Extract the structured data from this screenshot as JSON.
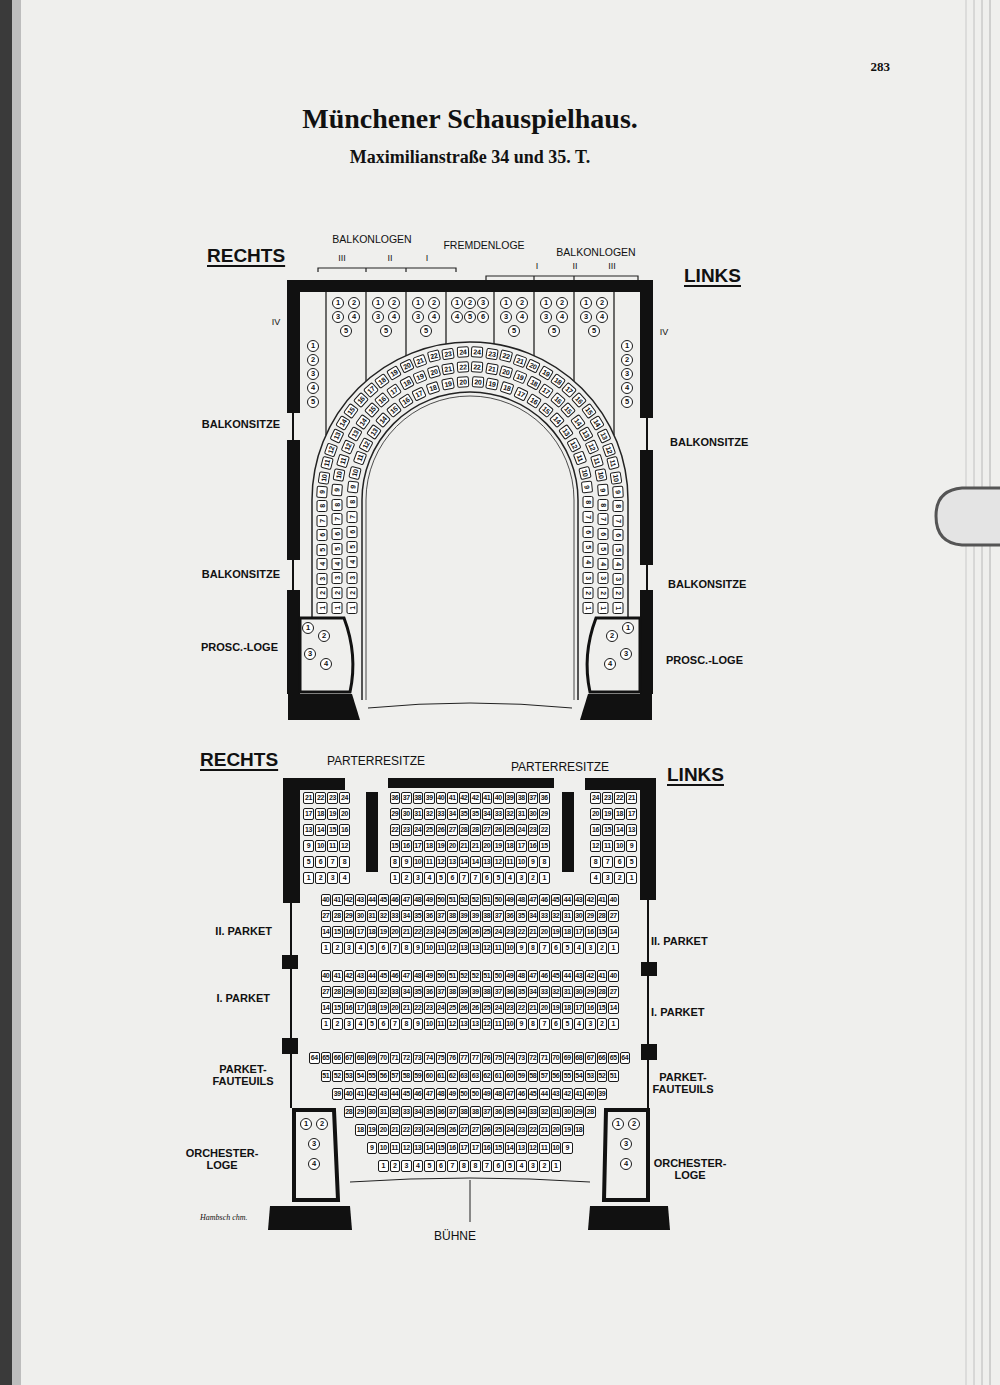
{
  "diagram": {
    "title": "Münchener Schauspielhaus.",
    "labels": [
      "283",
      "Maximilianstraße 34 und 35. T.",
      "RECHTS",
      "BALKONLOGEN",
      "III",
      "II",
      "I",
      "FREMDENLOGE",
      "BALKONLOGEN",
      "I",
      "II",
      "III",
      "LINKS",
      "IV",
      "IV",
      "BALKONSITZE",
      "BALKONSITZE",
      "BALKONSITZE",
      "BALKONSITZE",
      "PROSC.-LOGE",
      "PROSC.-LOGE",
      "RECHTS",
      "PARTERRESITZE",
      "PARTERRESITZE",
      "LINKS",
      "II. PARKET",
      "II. PARKET",
      "I. PARKET",
      "I. PARKET",
      "PARKET- FAUTEUILS",
      "PARKET- FAUTEUILS",
      "ORCHESTER- LOGE",
      "ORCHESTER- LOGE",
      "BÜHNE",
      "Hambsch chm.",
      "1",
      "2",
      "3",
      "4",
      "5",
      "6",
      "7",
      "8",
      "9",
      "10",
      "11",
      "12",
      "13",
      "14",
      "15",
      "16",
      "17",
      "18",
      "19",
      "20",
      "1",
      "2",
      "3",
      "4",
      "5",
      "6",
      "7",
      "8",
      "9",
      "10",
      "11",
      "12",
      "13",
      "14",
      "15",
      "16",
      "17",
      "18",
      "19",
      "20",
      "1",
      "2",
      "3",
      "4",
      "5",
      "6",
      "7",
      "8",
      "9",
      "10",
      "11",
      "12",
      "13",
      "14",
      "15",
      "16",
      "17",
      "18",
      "19",
      "20",
      "21",
      "22",
      "1",
      "2",
      "3",
      "4",
      "5",
      "6",
      "7",
      "8",
      "9",
      "10",
      "11",
      "12",
      "13",
      "14",
      "15",
      "16",
      "17",
      "18",
      "19",
      "20",
      "21",
      "22",
      "1",
      "2",
      "3",
      "4",
      "5",
      "6",
      "7",
      "8",
      "9",
      "10",
      "11",
      "12",
      "13",
      "14",
      "15",
      "16",
      "17",
      "18",
      "19",
      "20",
      "21",
      "22",
      "23",
      "24",
      "1",
      "2",
      "3",
      "4",
      "5",
      "6",
      "7",
      "8",
      "9",
      "10",
      "11",
      "12",
      "13",
      "14",
      "15",
      "16",
      "17",
      "18",
      "19",
      "20",
      "21",
      "22",
      "23",
      "24",
      "1",
      "2",
      "3",
      "4",
      "5",
      "1",
      "2",
      "3",
      "4",
      "5",
      "1",
      "2",
      "3",
      "4",
      "5",
      "1",
      "2",
      "3",
      "4",
      "5",
      "1",
      "2",
      "3",
      "4",
      "5",
      "6",
      "1",
      "2",
      "3",
      "4",
      "5",
      "1",
      "2",
      "3",
      "4",
      "5",
      "1",
      "2",
      "3",
      "4",
      "5",
      "1",
      "2",
      "3",
      "4",
      "5",
      "1",
      "2",
      "3",
      "4",
      "1",
      "2",
      "3",
      "4",
      "36",
      "37",
      "38",
      "39",
      "40",
      "41",
      "42",
      "42",
      "41",
      "40",
      "39",
      "38",
      "37",
      "36",
      "29",
      "30",
      "31",
      "32",
      "33",
      "34",
      "35",
      "35",
      "34",
      "33",
      "32",
      "31",
      "30",
      "29",
      "22",
      "23",
      "24",
      "25",
      "26",
      "27",
      "28",
      "28",
      "27",
      "26",
      "25",
      "24",
      "23",
      "22",
      "15",
      "16",
      "17",
      "18",
      "19",
      "20",
      "21",
      "21",
      "20",
      "19",
      "18",
      "17",
      "16",
      "15",
      "8",
      "9",
      "10",
      "11",
      "12",
      "13",
      "14",
      "14",
      "13",
      "12",
      "11",
      "10",
      "9",
      "8",
      "1",
      "2",
      "3",
      "4",
      "5",
      "6",
      "7",
      "7",
      "6",
      "5",
      "4",
      "3",
      "2",
      "1",
      "21",
      "22",
      "23",
      "24",
      "17",
      "18",
      "19",
      "20",
      "13",
      "14",
      "15",
      "16",
      "9",
      "10",
      "11",
      "12",
      "5",
      "6",
      "7",
      "8",
      "1",
      "2",
      "3",
      "4",
      "24",
      "23",
      "22",
      "21",
      "20",
      "19",
      "18",
      "17",
      "16",
      "15",
      "14",
      "13",
      "12",
      "11",
      "10",
      "9",
      "8",
      "7",
      "6",
      "5",
      "4",
      "3",
      "2",
      "1",
      "40",
      "41",
      "42",
      "43",
      "44",
      "45",
      "46",
      "47",
      "48",
      "49",
      "50",
      "51",
      "52",
      "52",
      "51",
      "50",
      "49",
      "48",
      "47",
      "46",
      "45",
      "44",
      "43",
      "42",
      "41",
      "40",
      "27",
      "28",
      "29",
      "30",
      "31",
      "32",
      "33",
      "34",
      "35",
      "36",
      "37",
      "38",
      "39",
      "39",
      "38",
      "37",
      "36",
      "35",
      "34",
      "33",
      "32",
      "31",
      "30",
      "29",
      "28",
      "27",
      "14",
      "15",
      "16",
      "17",
      "18",
      "19",
      "20",
      "21",
      "22",
      "23",
      "24",
      "25",
      "26",
      "26",
      "25",
      "24",
      "23",
      "22",
      "21",
      "20",
      "19",
      "18",
      "17",
      "16",
      "15",
      "14",
      "1",
      "2",
      "3",
      "4",
      "5",
      "6",
      "7",
      "8",
      "9",
      "10",
      "11",
      "12",
      "13",
      "13",
      "12",
      "11",
      "10",
      "9",
      "8",
      "7",
      "6",
      "5",
      "4",
      "3",
      "2",
      "1",
      "40",
      "41",
      "42",
      "43",
      "44",
      "45",
      "46",
      "47",
      "48",
      "49",
      "50",
      "51",
      "52",
      "52",
      "51",
      "50",
      "49",
      "48",
      "47",
      "46",
      "45",
      "44",
      "43",
      "42",
      "41",
      "40",
      "27",
      "28",
      "29",
      "30",
      "31",
      "32",
      "33",
      "34",
      "35",
      "36",
      "37",
      "38",
      "39",
      "39",
      "38",
      "37",
      "36",
      "35",
      "34",
      "33",
      "32",
      "31",
      "30",
      "29",
      "28",
      "27",
      "14",
      "15",
      "16",
      "17",
      "18",
      "19",
      "20",
      "21",
      "22",
      "23",
      "24",
      "25",
      "26",
      "26",
      "25",
      "24",
      "23",
      "22",
      "21",
      "20",
      "19",
      "18",
      "17",
      "16",
      "15",
      "14",
      "1",
      "2",
      "3",
      "4",
      "5",
      "6",
      "7",
      "8",
      "9",
      "10",
      "11",
      "12",
      "13",
      "13",
      "12",
      "11",
      "10",
      "9",
      "8",
      "7",
      "6",
      "5",
      "4",
      "3",
      "2",
      "1",
      "64",
      "65",
      "66",
      "67",
      "68",
      "69",
      "70",
      "71",
      "72",
      "73",
      "74",
      "75",
      "76",
      "77",
      "77",
      "76",
      "75",
      "74",
      "73",
      "72",
      "71",
      "70",
      "69",
      "68",
      "67",
      "66",
      "65",
      "64",
      "51",
      "52",
      "53",
      "54",
      "55",
      "56",
      "57",
      "58",
      "59",
      "60",
      "61",
      "62",
      "63",
      "63",
      "62",
      "61",
      "60",
      "59",
      "58",
      "57",
      "56",
      "55",
      "54",
      "53",
      "52",
      "51",
      "39",
      "40",
      "41",
      "42",
      "43",
      "44",
      "45",
      "46",
      "47",
      "48",
      "49",
      "50",
      "50",
      "49",
      "48",
      "47",
      "46",
      "45",
      "44",
      "43",
      "42",
      "41",
      "40",
      "39",
      "28",
      "29",
      "30",
      "31",
      "32",
      "33",
      "34",
      "35",
      "36",
      "37",
      "38",
      "38",
      "37",
      "36",
      "35",
      "34",
      "33",
      "32",
      "31",
      "30",
      "29",
      "28",
      "18",
      "19",
      "20",
      "21",
      "22",
      "23",
      "24",
      "25",
      "26",
      "27",
      "27",
      "26",
      "25",
      "24",
      "23",
      "22",
      "21",
      "20",
      "19",
      "18",
      "9",
      "10",
      "11",
      "12",
      "13",
      "14",
      "15",
      "16",
      "17",
      "17",
      "16",
      "15",
      "14",
      "13",
      "12",
      "11",
      "10",
      "9",
      "1",
      "2",
      "3",
      "4",
      "5",
      "6",
      "7",
      "8",
      "8",
      "7",
      "6",
      "5",
      "4",
      "3",
      "2",
      "1",
      "1",
      "2",
      "3",
      "4",
      "1",
      "2",
      "3",
      "4"
    ]
  }
}
